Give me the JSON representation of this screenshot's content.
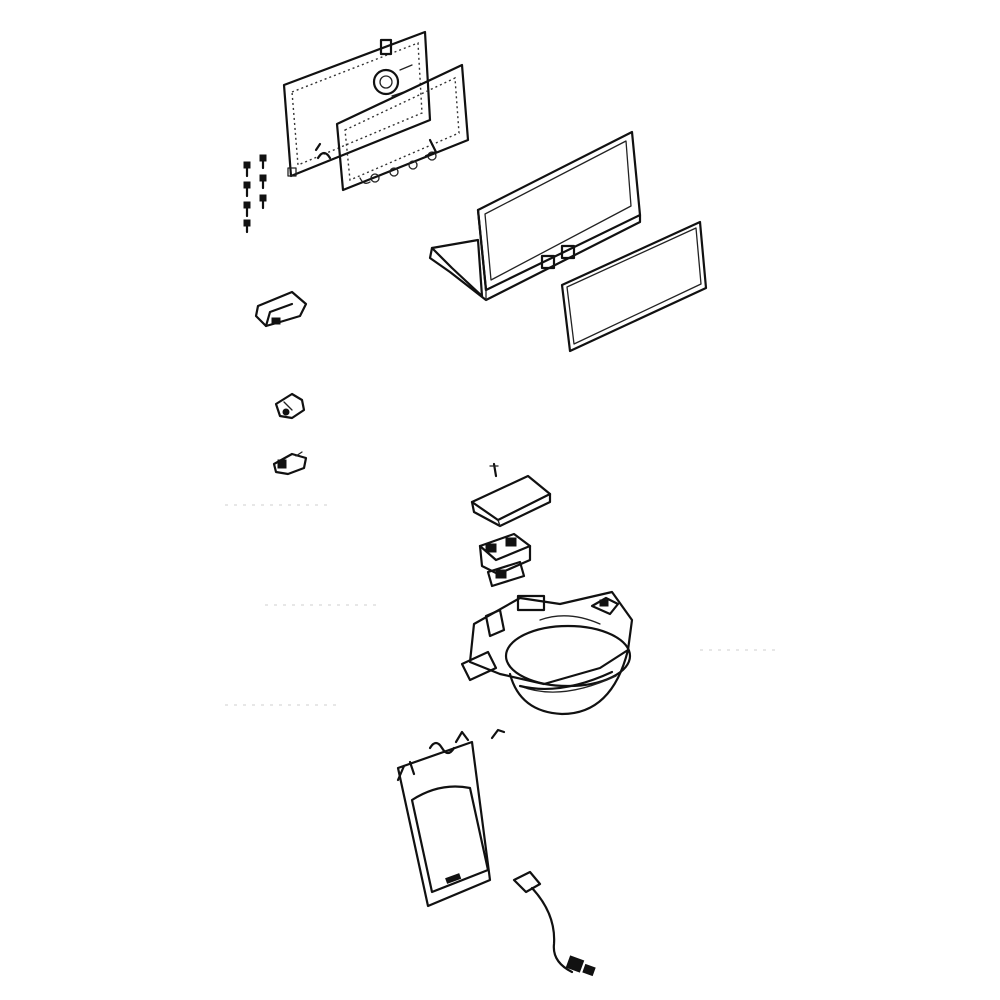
{
  "diagram": {
    "kind": "exploded parts view",
    "colors": {
      "line": "#111111",
      "background": "#ffffff"
    },
    "parts": [
      "rear-cover-panel",
      "control-circuit-board",
      "mounting-screws",
      "dispenser-front-housing",
      "display-cover-plate",
      "small-clip-upper",
      "small-clip-middle",
      "small-clip-lower",
      "cover-plate",
      "switch-assembly",
      "ice-chute-assembly",
      "dispenser-actuator-lever",
      "small-spring",
      "wire-harness"
    ]
  }
}
